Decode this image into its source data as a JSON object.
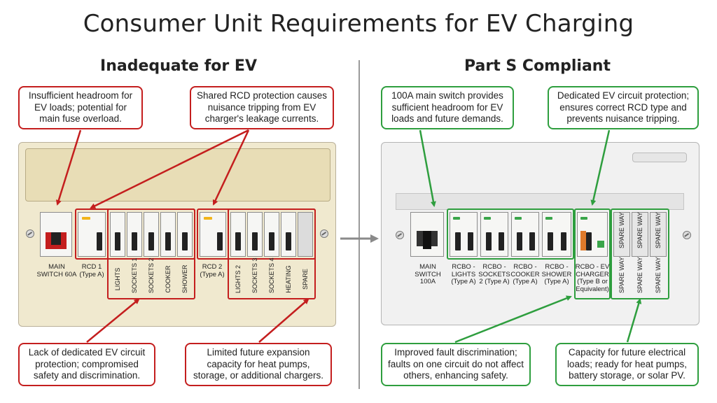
{
  "title": "Consumer Unit Requirements for EV Charging",
  "left": {
    "heading": "Inadequate for EV",
    "callouts": {
      "top_left": "Insufficient headroom for EV loads; potential for main fuse overload.",
      "top_right": "Shared RCD protection causes nuisance tripping from EV charger's leakage currents.",
      "bottom_left": "Lack of dedicated EV circuit protection; compromised safety and discrimination.",
      "bottom_right": "Limited future expansion capacity for heat pumps, storage, or additional chargers."
    },
    "main_switch": "MAIN SWITCH 60A",
    "rcd1": "RCD 1 (Type A)",
    "rcd2": "RCD 2 (Type A)",
    "group1_circuits": [
      "LIGHTS",
      "SOCKETS 1",
      "SOCKETS 2",
      "COOKER",
      "SHOWER"
    ],
    "group2_circuits": [
      "LIGHTS 2",
      "SOCKETS 3",
      "SOCKETS 4",
      "HEATING",
      "SPARE"
    ]
  },
  "right": {
    "heading": "Part S Compliant",
    "callouts": {
      "top_left": "100A main switch provides sufficient headroom for EV loads and future demands.",
      "top_right": "Dedicated EV circuit protection; ensures correct RCD type and prevents nuisance tripping.",
      "bottom_left": "Improved fault discrimination; faults on one circuit do not affect others, enhancing safety.",
      "bottom_right": "Capacity for future electrical loads; ready for heat pumps, battery storage, or solar PV."
    },
    "main_switch": "MAIN SWITCH 100A",
    "rcbos": [
      "RCBO - LIGHTS (Type A)",
      "RCBO - SOCKETS 2 (Type A)",
      "RCBO - COOKER (Type A)",
      "RCBO - SHOWER (Type A)"
    ],
    "ev_charger": "RCBO - EV CHARGER (Type B or Equivalent)",
    "spare_ways": [
      "SPARE WAY",
      "SPARE WAY",
      "SPARE WAY"
    ]
  },
  "colors": {
    "bad": "#c41e1e",
    "good": "#2e9e3e",
    "led_amber": "#f2b51a",
    "led_green": "#3aa54a"
  }
}
